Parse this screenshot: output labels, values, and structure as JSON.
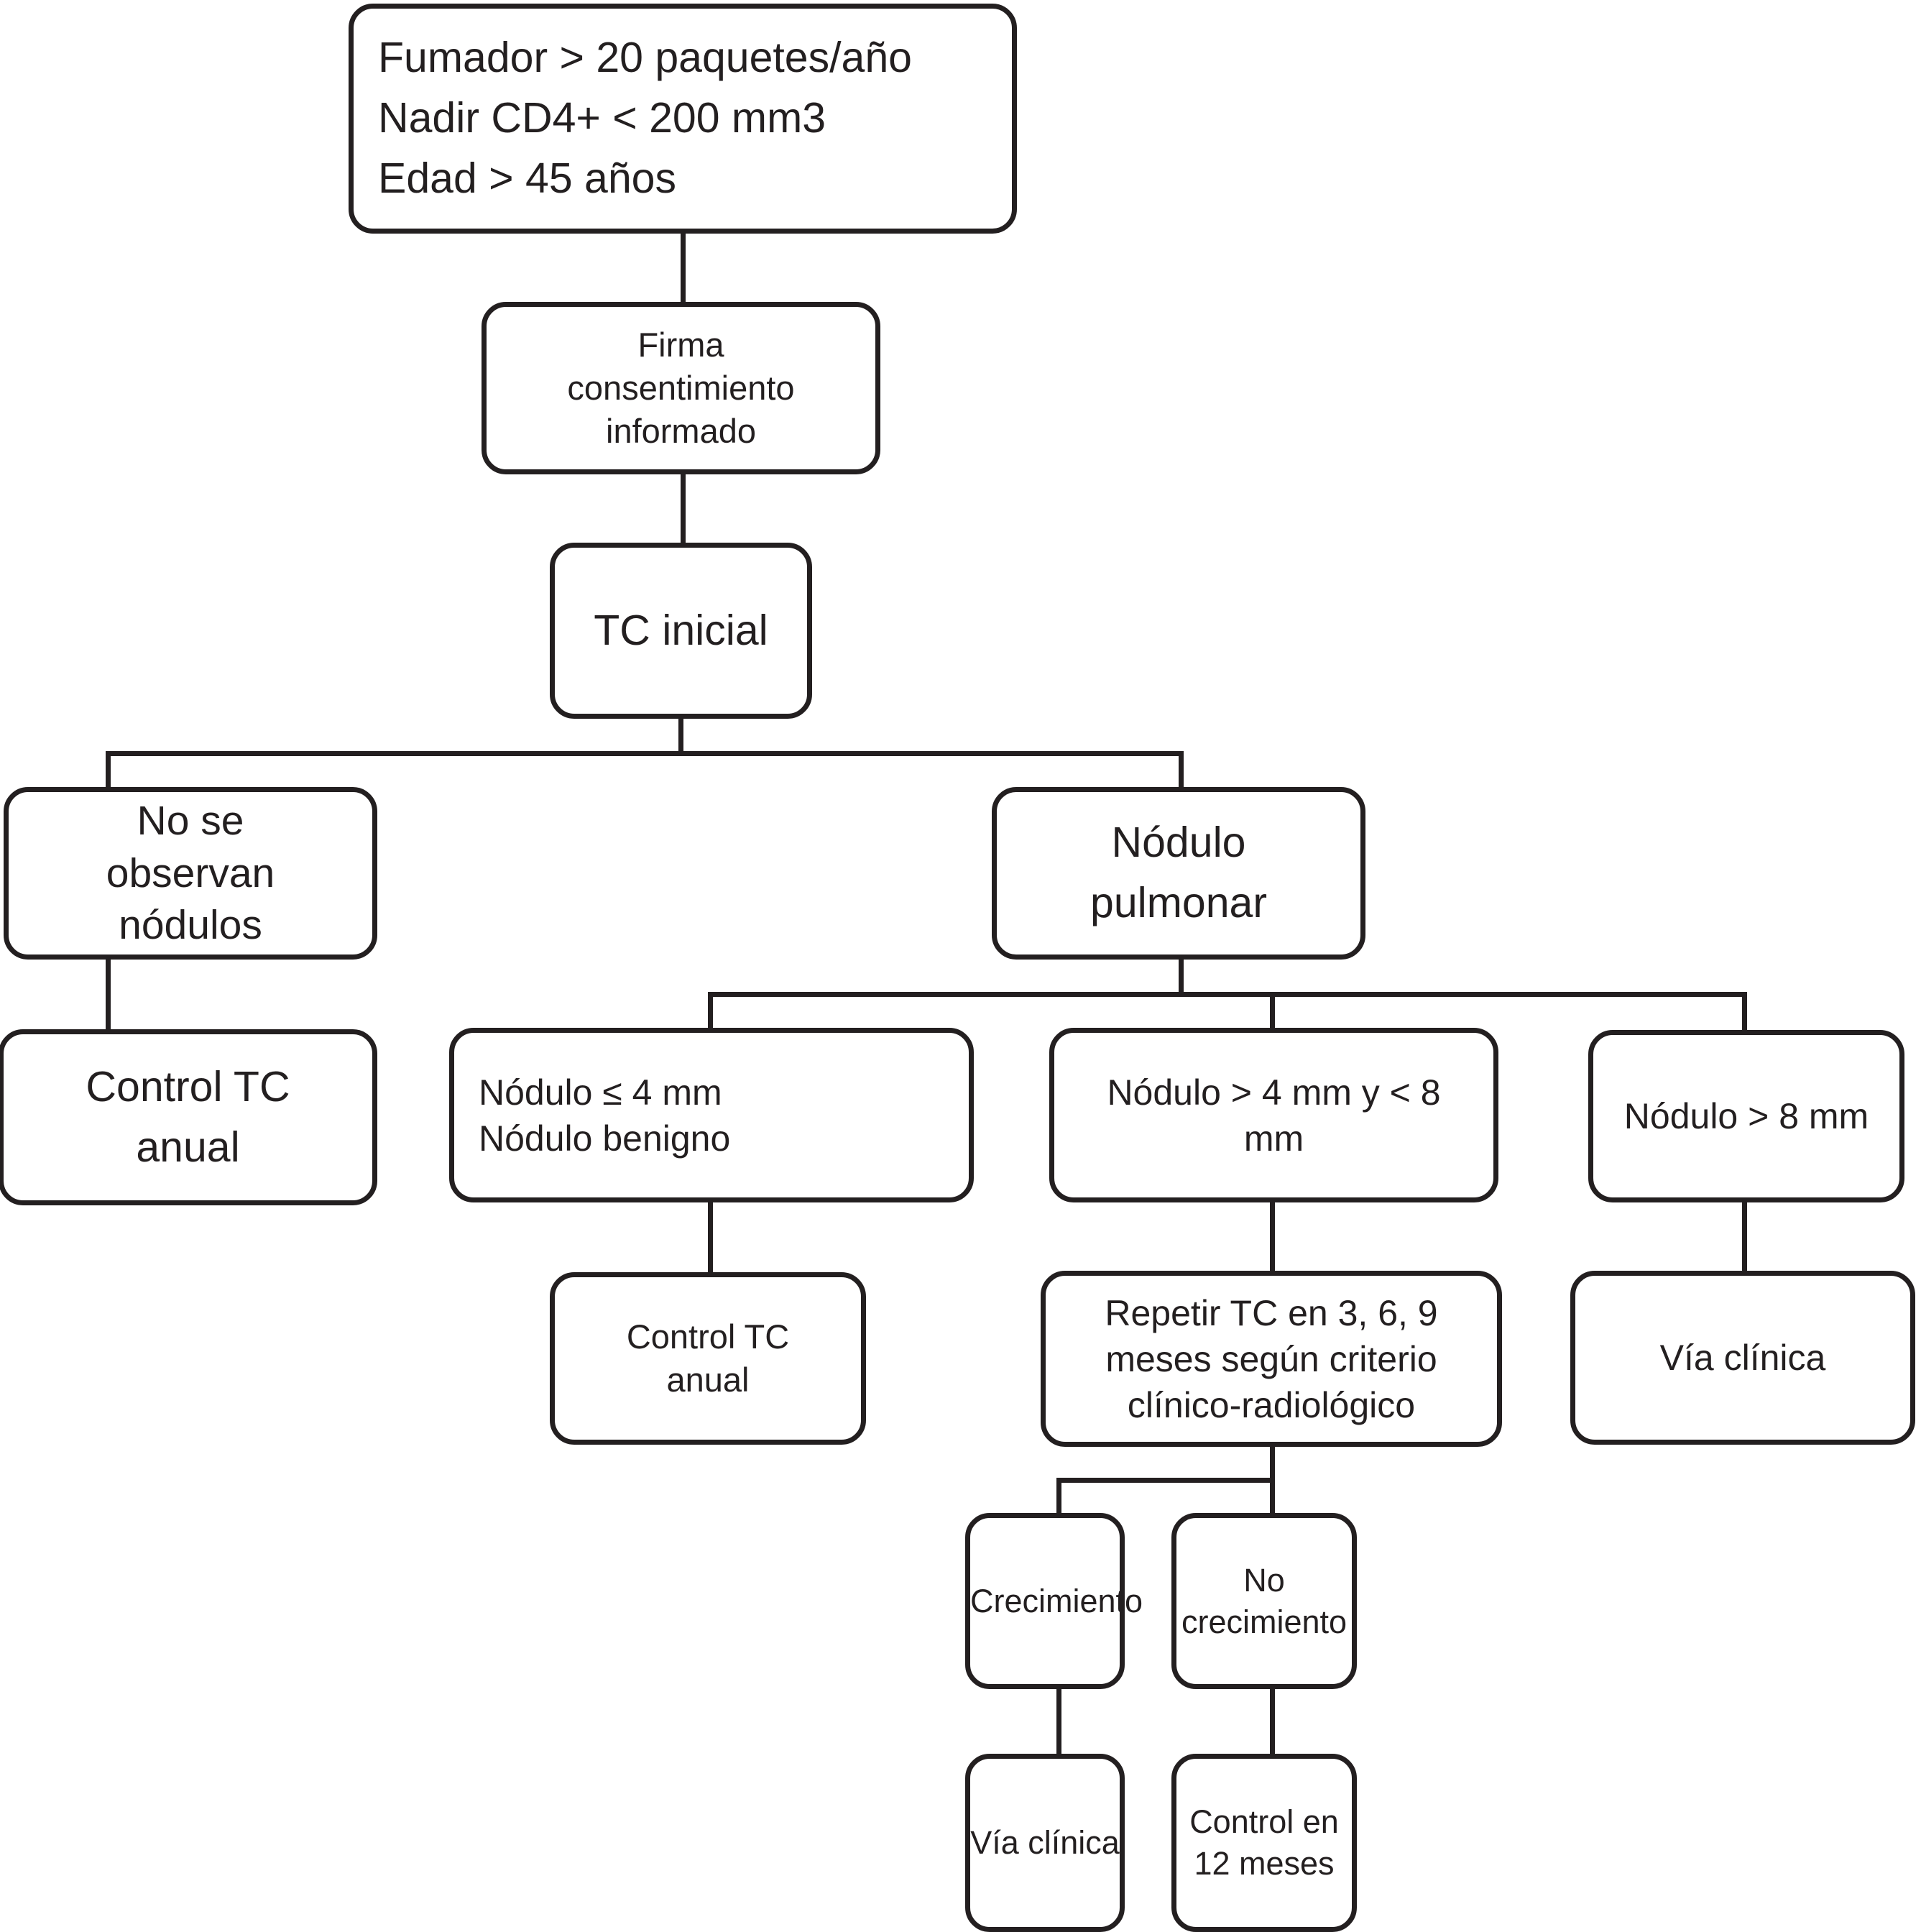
{
  "diagram": {
    "title": "Algoritmo de cribado de nodulo pulmonar",
    "language": "es",
    "stroke_color": "#231f20",
    "background_color": "#ffffff",
    "nodes": {
      "criteria": {
        "id": "criteria",
        "text": "Fumador > 20 paquetes/año\nNadir CD4+ < 200 mm3\nEdad > 45 años",
        "lines": [
          "Fumador > 20 paquetes/año",
          "Nadir CD4+ < 200 mm3",
          "Edad > 45 años"
        ]
      },
      "consent": {
        "id": "consent",
        "text": "Firma\nconsentimiento\ninformado",
        "lines": [
          "Firma",
          "consentimiento",
          "informado"
        ]
      },
      "initial_ct": {
        "id": "initial_ct",
        "text": "TC inicial",
        "lines": [
          "TC inicial"
        ]
      },
      "no_nodules": {
        "id": "no_nodules",
        "text": "No se\nobservan\nnódulos",
        "lines": [
          "No se",
          "observan",
          "nódulos"
        ]
      },
      "lung_nodule": {
        "id": "lung_nodule",
        "text": "Nódulo\npulmonar",
        "lines": [
          "Nódulo",
          "pulmonar"
        ]
      },
      "annual_ct_left": {
        "id": "annual_ct_left",
        "text": "Control TC\nanual",
        "lines": [
          "Control TC",
          "anual"
        ]
      },
      "nodule_le4": {
        "id": "nodule_le4",
        "text": "Nódulo ≤ 4 mm\nNódulo benigno",
        "lines": [
          "Nódulo ≤ 4 mm",
          "Nódulo benigno"
        ]
      },
      "nodule_4to8": {
        "id": "nodule_4to8",
        "text": "Nódulo > 4 mm y < 8\nmm",
        "lines": [
          "Nódulo > 4 mm y < 8",
          "mm"
        ]
      },
      "nodule_gt8": {
        "id": "nodule_gt8",
        "text": "Nódulo > 8 mm",
        "lines": [
          "Nódulo > 8 mm"
        ]
      },
      "annual_ct_benign": {
        "id": "annual_ct_benign",
        "text": "Control  TC\nanual",
        "lines": [
          "Control  TC",
          "anual"
        ]
      },
      "repeat_ct": {
        "id": "repeat_ct",
        "text": "Repetir TC en 3, 6, 9\nmeses según criterio\nclínico-radiológico",
        "lines": [
          "Repetir TC en 3, 6, 9",
          "meses según criterio",
          "clínico-radiológico"
        ]
      },
      "clinical_path_right": {
        "id": "clinical_path_right",
        "text": "Vía clínica",
        "lines": [
          "Vía clínica"
        ]
      },
      "growth": {
        "id": "growth",
        "text": "Crecimiento",
        "lines": [
          "Crecimiento"
        ]
      },
      "no_growth": {
        "id": "no_growth",
        "text": "No\ncrecimiento",
        "lines": [
          "No",
          "crecimiento"
        ]
      },
      "clinical_path_bottom": {
        "id": "clinical_path_bottom",
        "text": "Vía clínica",
        "lines": [
          "Vía clínica"
        ]
      },
      "control_12m": {
        "id": "control_12m",
        "text": "Control en\n12 meses",
        "lines": [
          "Control en",
          "12 meses"
        ]
      }
    },
    "edges": [
      {
        "from": "criteria",
        "to": "consent"
      },
      {
        "from": "consent",
        "to": "initial_ct"
      },
      {
        "from": "initial_ct",
        "to": "no_nodules"
      },
      {
        "from": "initial_ct",
        "to": "lung_nodule"
      },
      {
        "from": "no_nodules",
        "to": "annual_ct_left"
      },
      {
        "from": "lung_nodule",
        "to": "nodule_le4"
      },
      {
        "from": "lung_nodule",
        "to": "nodule_4to8"
      },
      {
        "from": "lung_nodule",
        "to": "nodule_gt8"
      },
      {
        "from": "nodule_le4",
        "to": "annual_ct_benign"
      },
      {
        "from": "nodule_4to8",
        "to": "repeat_ct"
      },
      {
        "from": "nodule_gt8",
        "to": "clinical_path_right"
      },
      {
        "from": "repeat_ct",
        "to": "growth"
      },
      {
        "from": "repeat_ct",
        "to": "no_growth"
      },
      {
        "from": "growth",
        "to": "clinical_path_bottom"
      },
      {
        "from": "no_growth",
        "to": "control_12m"
      }
    ]
  }
}
